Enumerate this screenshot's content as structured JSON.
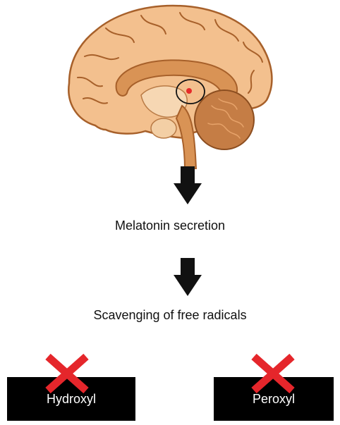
{
  "steps": {
    "first": "Melatonin secretion",
    "second": "Scavenging of free radicals"
  },
  "radicals": [
    {
      "label": "Hydroxyl",
      "status": "eliminated"
    },
    {
      "label": "Peroxyl",
      "status": "eliminated"
    }
  ],
  "colors": {
    "brain_fill": "#F3C08E",
    "brain_outline": "#A7602A",
    "cerebellum": "#C57D45",
    "pineal_mark": "#E62A2A",
    "x_mark": "#E5262B",
    "arrow": "#111111",
    "box": "#000000"
  },
  "icons": {
    "brain": "brain-sagittal-icon",
    "pineal_highlight": "pineal-gland-circle-icon",
    "arrow": "arrow-down-icon",
    "cross": "x-mark-icon"
  }
}
